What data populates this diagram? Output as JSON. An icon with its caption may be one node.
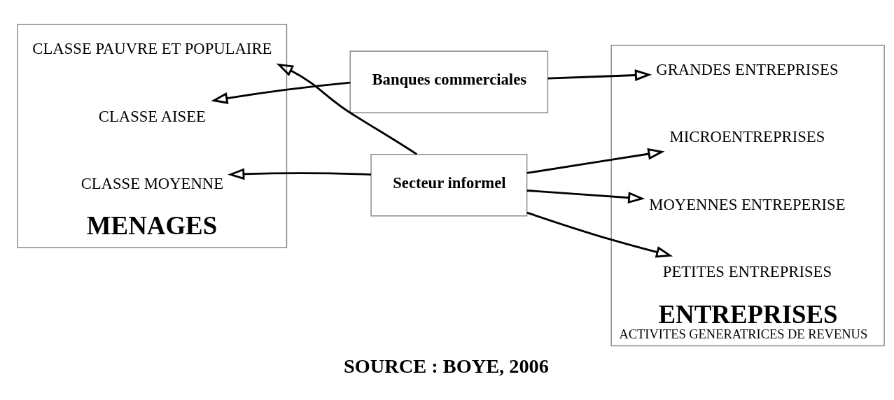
{
  "diagram": {
    "caption": "SOURCE : BOYE, 2006",
    "nodes": [
      {
        "text": [
          "MENAGES"
        ]
      },
      {
        "text": [
          "CLASSE AISEE"
        ],
        "in": 0
      },
      {
        "text": [
          "CLASSE MOYENNE"
        ],
        "in": 0
      },
      {
        "text": [
          "CLASSE PAUVRE ET POPULAIRE"
        ],
        "in": 0
      },
      {
        "text": [
          "Banques commerciales"
        ]
      },
      {
        "text": [
          "Secteur informel"
        ]
      },
      {
        "text": [
          "ENTREPRISES",
          "ACTIVITES GENERATRICES DE REVENUS"
        ]
      },
      {
        "text": [
          "GRANDES ENTREPRISES"
        ],
        "in": 6
      },
      {
        "text": [
          "MOYENNES ENTREPERISE"
        ],
        "in": 6
      },
      {
        "text": [
          "PETITES ENTREPRISES"
        ],
        "in": 6
      },
      {
        "text": [
          "MICROENTREPRISES"
        ],
        "in": 6
      }
    ],
    "edges": [
      {
        "from": 4,
        "to": 1,
        "arrow": "to"
      },
      {
        "from": 4,
        "to": 7,
        "arrow": "to"
      },
      {
        "from": 5,
        "to": 2,
        "arrow": "to"
      },
      {
        "from": 5,
        "to": 3,
        "arrow": "to"
      },
      {
        "from": 5,
        "to": 8,
        "arrow": "to"
      },
      {
        "from": 5,
        "to": 9,
        "arrow": "to"
      },
      {
        "from": 5,
        "to": 10,
        "arrow": "to"
      }
    ]
  }
}
